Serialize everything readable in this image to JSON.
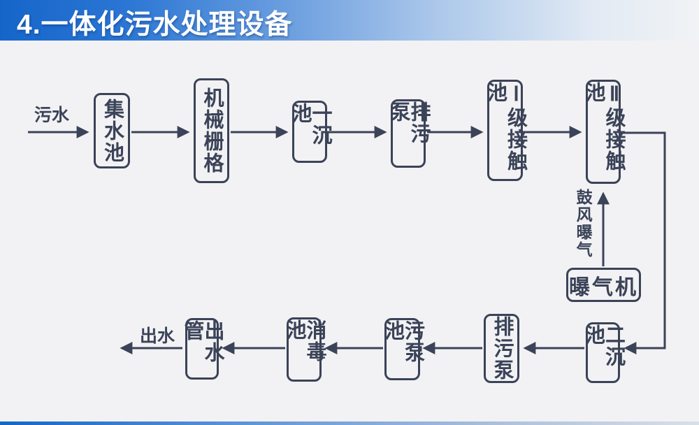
{
  "title": "4.一体化污水处理设备",
  "diagram": {
    "flow_labels": {
      "inflow": "污水",
      "outflow": "出水",
      "aeration": "鼓风曝气"
    },
    "nodes": {
      "collection_tank": "集水池",
      "mechanical_grid": "机械栅格",
      "primary_sedimentation_tank": "一沉池",
      "sewage_pump_top": "排污泵",
      "level1_contact_tank": "Ⅰ级接触池",
      "level2_contact_tank": "Ⅱ级接触池",
      "aerator": "曝气机",
      "secondary_sedimentation_tank": "二沉池",
      "sewage_pump_bottom": "排污泵",
      "sewage_pump_tank": "污泵池",
      "disinfection_tank": "消毒池",
      "outlet_pipe": "出水管"
    },
    "colors": {
      "line": "#3b4358",
      "header_blue": "#1565c9",
      "background": "#f2f2f4"
    }
  }
}
